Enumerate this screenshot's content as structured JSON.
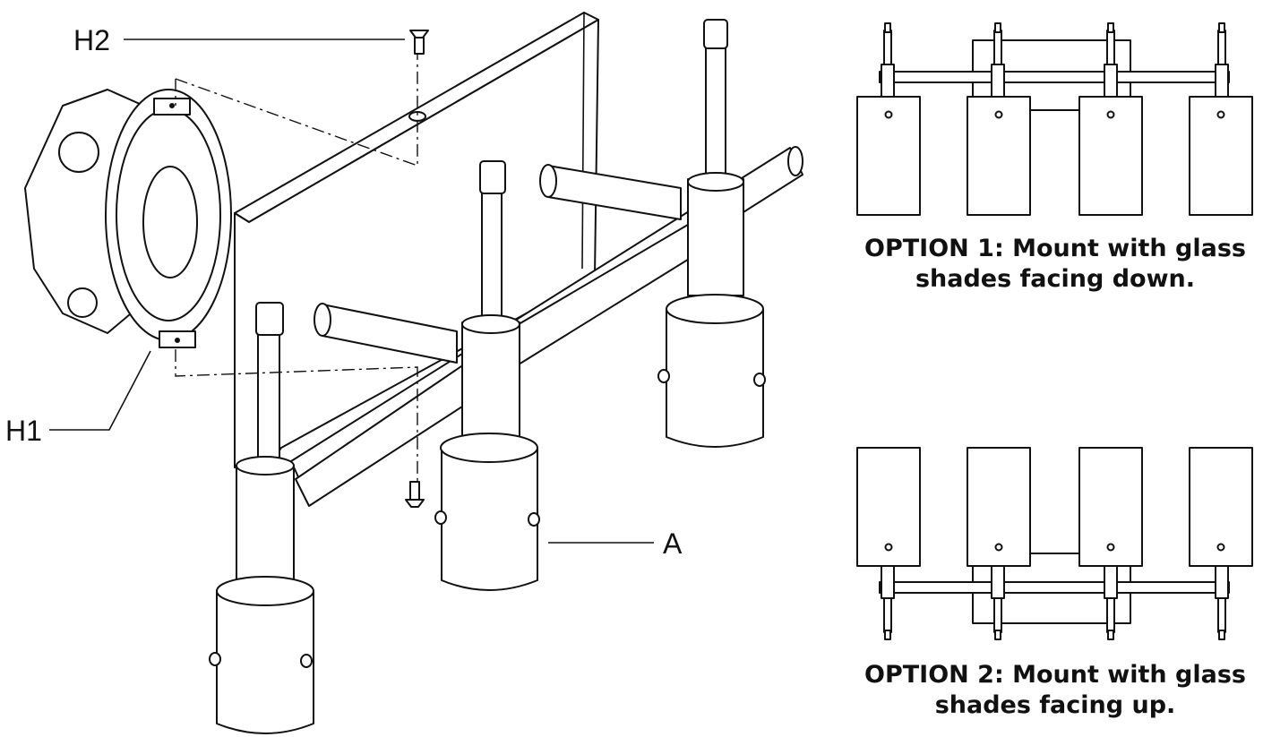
{
  "labels": {
    "h1": "H1",
    "h2": "H2",
    "a": "A"
  },
  "option1": {
    "line1": "OPTION 1: Mount with glass",
    "line2": "shades facing down."
  },
  "option2": {
    "line1": "OPTION 2: Mount with glass",
    "line2": "shades facing up."
  },
  "colors": {
    "line": "#111111",
    "fill": "#ffffff"
  }
}
